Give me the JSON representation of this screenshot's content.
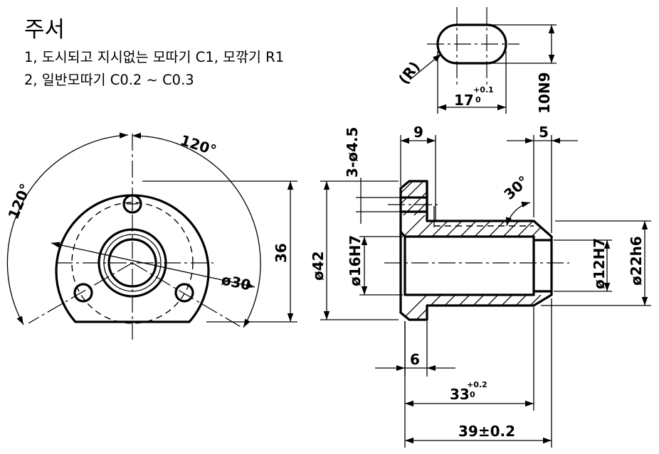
{
  "notes": {
    "title": "주서",
    "line1": "1, 도시되고 지시없는 모따기 C1, 모깎기 R1",
    "line2": "2, 일반모따기 C0.2 ~ C0.3"
  },
  "dimensions": {
    "keyway_width": {
      "main": "17",
      "upper": "+0.1",
      "lower": "0"
    },
    "keyway_height": "10N9",
    "keyway_radius": "(R)",
    "bolt_angle_top": "120°",
    "bolt_angle_left": "120°",
    "pitch_diameter": "ø30",
    "flat_height": "36",
    "flange_diameter": "ø42",
    "bore_diameter": "ø16H7",
    "end_bore_diameter": "ø12H7",
    "shaft_diameter": "ø22h6",
    "flange_thickness": "9",
    "end_chamfer_length": "5",
    "chamfer_angle": "30°",
    "bolt_holes": "3-ø4.5",
    "relief_length": "6",
    "bore_depth": {
      "main": "33",
      "upper": "+0.2",
      "lower": "0"
    },
    "overall_length": "39±0.2"
  }
}
